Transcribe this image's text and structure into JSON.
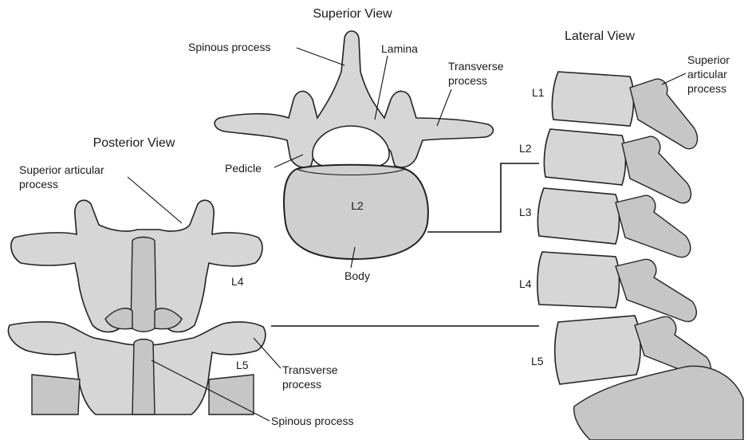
{
  "views": {
    "superior": {
      "title": "Superior View",
      "labels": {
        "spinous": "Spinous process",
        "lamina": "Lamina",
        "transverse_1": "Transverse",
        "transverse_2": "process",
        "pedicle": "Pedicle",
        "level": "L2",
        "body": "Body"
      }
    },
    "posterior": {
      "title": "Posterior View",
      "labels": {
        "superior_articular_1": "Superior articular",
        "superior_articular_2": "process",
        "l4": "L4",
        "l5": "L5",
        "transverse_1": "Transverse",
        "transverse_2": "process",
        "spinous": "Spinous process"
      }
    },
    "lateral": {
      "title": "Lateral View",
      "labels": {
        "superior_1": "Superior",
        "superior_2": "articular",
        "superior_3": "process",
        "l1": "L1",
        "l2": "L2",
        "l3": "L3",
        "l4": "L4",
        "l5": "L5"
      }
    }
  }
}
